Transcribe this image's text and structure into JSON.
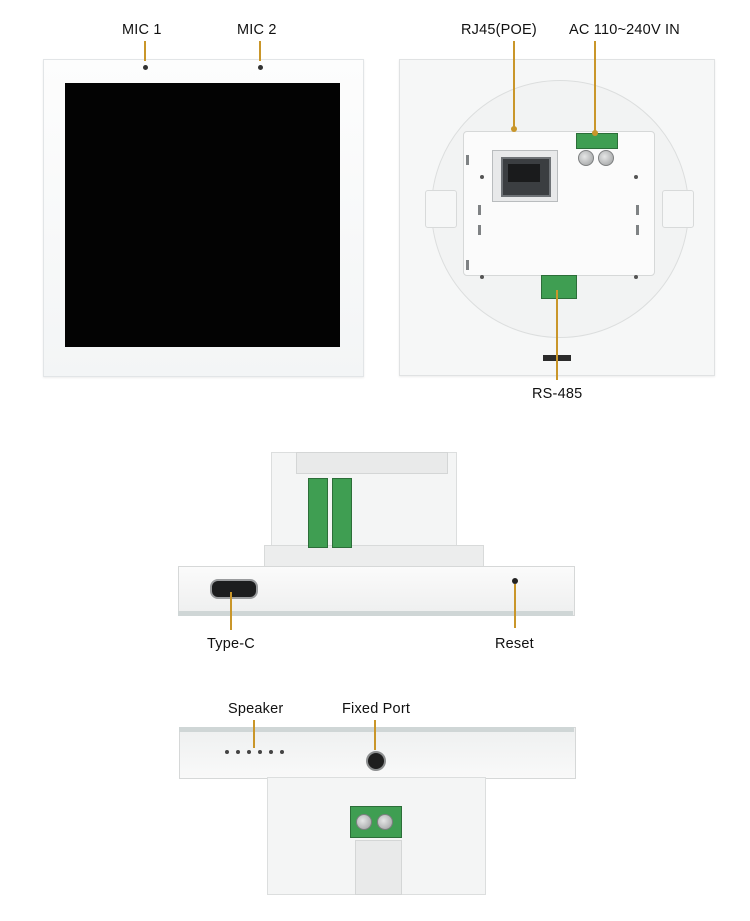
{
  "labels": {
    "mic1": "MIC  1",
    "mic2": "MIC  2",
    "rj45": "RJ45(POE)",
    "ac": "AC 110~240V IN",
    "rs485": "RS-485",
    "typec": "Type-C",
    "reset": "Reset",
    "speaker": "Speaker",
    "fixed_port": "Fixed Port"
  },
  "colors": {
    "leader": "#c9962a",
    "screen": "#030303",
    "terminal": "#3f9e52"
  }
}
